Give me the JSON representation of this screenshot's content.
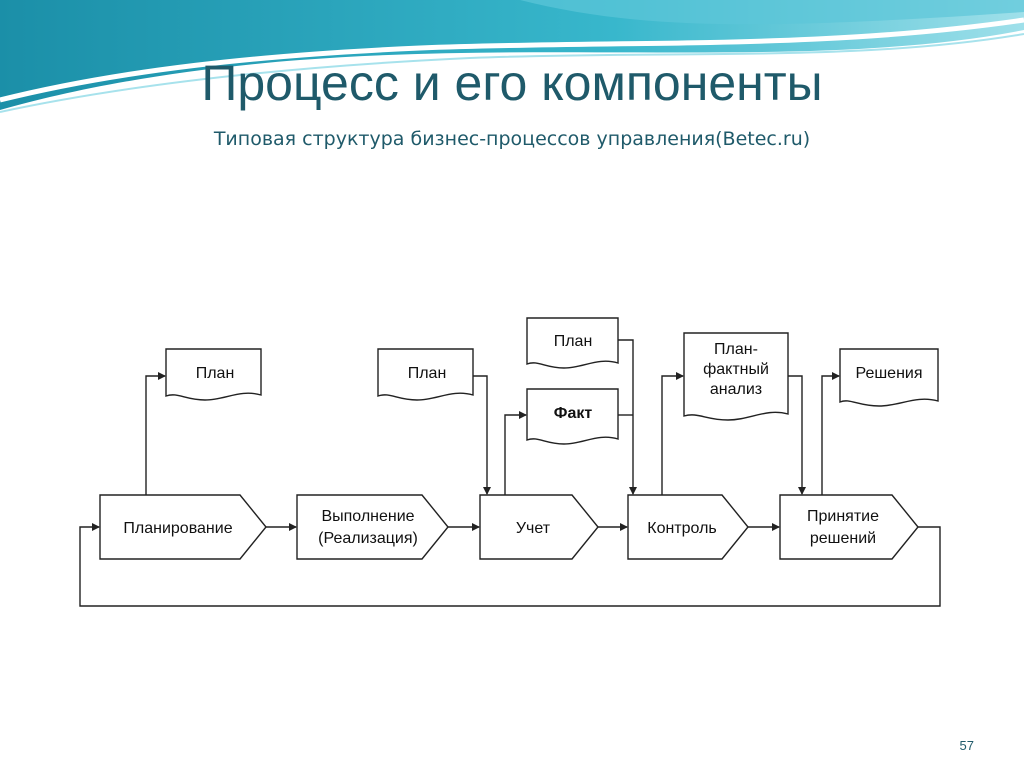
{
  "slide": {
    "title": "Процесс и его компоненты",
    "subtitle": "Типовая структура бизнес-процессов управления(Betec.ru)",
    "page_number": "57"
  },
  "diagram": {
    "process_steps": [
      {
        "id": "planning",
        "lines": [
          "Планирование"
        ]
      },
      {
        "id": "execution",
        "lines": [
          "Выполнение",
          "(Реализация)"
        ]
      },
      {
        "id": "accounting",
        "lines": [
          "Учет"
        ]
      },
      {
        "id": "control",
        "lines": [
          "Контроль"
        ]
      },
      {
        "id": "decision",
        "lines": [
          "Принятие",
          "решений"
        ]
      }
    ],
    "documents": [
      {
        "id": "plan-out",
        "lines": [
          "План"
        ]
      },
      {
        "id": "plan-in-accounting",
        "lines": [
          "План"
        ]
      },
      {
        "id": "plan-in-control",
        "lines": [
          "План"
        ]
      },
      {
        "id": "fact",
        "lines": [
          "Факт"
        ]
      },
      {
        "id": "plan-fact-analysis",
        "lines": [
          "План-",
          "фактный",
          "анализ"
        ]
      },
      {
        "id": "decisions-out",
        "lines": [
          "Решения"
        ]
      }
    ]
  },
  "colors": {
    "title": "#1f5a6a",
    "wave_dark": "#1a8fa6",
    "wave_light": "#7fd3e3",
    "stroke": "#222222"
  }
}
